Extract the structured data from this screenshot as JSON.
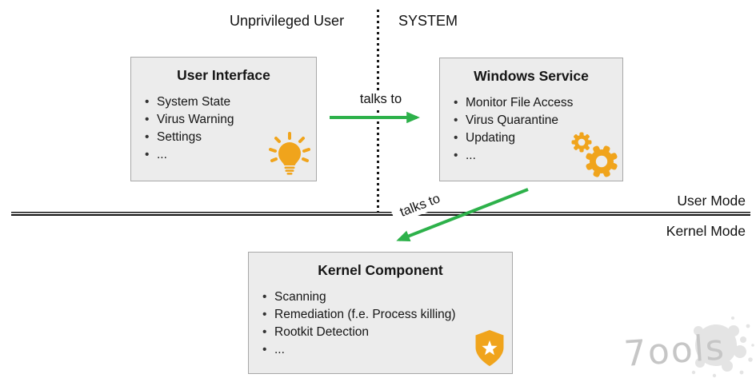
{
  "top_labels": {
    "left": "Unprivileged User",
    "right": "SYSTEM"
  },
  "boxes": {
    "user_interface": {
      "title": "User Interface",
      "items": [
        "System State",
        "Virus Warning",
        "Settings",
        "..."
      ]
    },
    "windows_service": {
      "title": "Windows Service",
      "items": [
        "Monitor File Access",
        "Virus Quarantine",
        "Updating",
        "..."
      ]
    },
    "kernel_component": {
      "title": "Kernel Component",
      "items": [
        "Scanning",
        "Remediation (f.e. Process killing)",
        "Rootkit Detection",
        "..."
      ]
    }
  },
  "arrows": {
    "ui_to_service_label": "talks to",
    "service_to_kernel_label": "talks to"
  },
  "mode_labels": {
    "user": "User Mode",
    "kernel": "Kernel Mode"
  },
  "icons": {
    "user_interface": "lightbulb-icon",
    "windows_service": "gears-icon",
    "kernel_component": "shield-star-icon"
  },
  "watermark": {
    "text": "7ools"
  },
  "colors": {
    "arrow_green": "#2db14a",
    "icon_gold": "#f0a41c",
    "box_fill": "#ececec",
    "box_border": "#a8a8a8"
  }
}
